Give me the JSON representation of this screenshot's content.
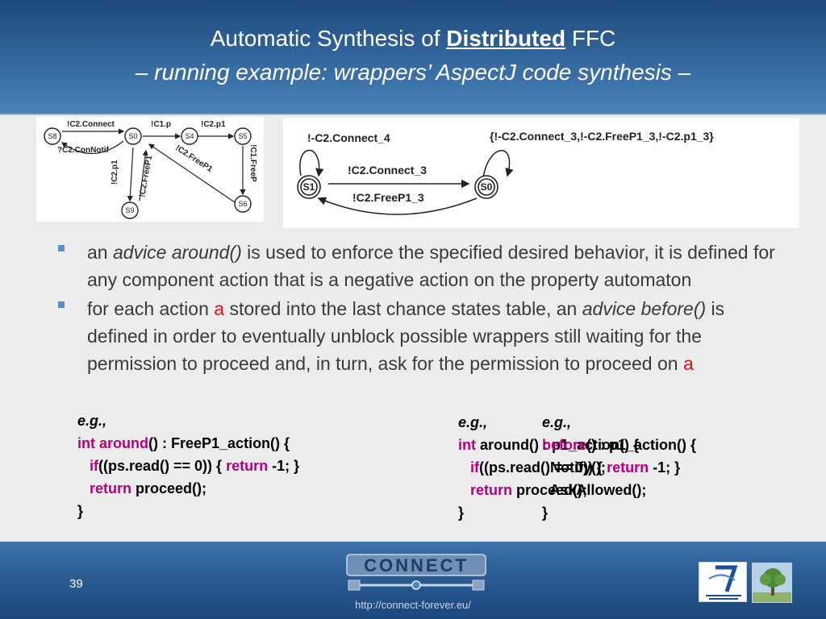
{
  "slide": {
    "title_prefix": "Automatic Synthesis of ",
    "title_emphasis": "Distributed",
    "title_suffix": " FFC",
    "subtitle": "– running example: wrappers’ AspectJ code synthesis –",
    "page_number": "39",
    "footer_url": "http://connect-forever.eu/",
    "logo_text": "CONNECT"
  },
  "diagram_left": {
    "states": [
      "S8",
      "S0",
      "S4",
      "S5",
      "S9",
      "S6"
    ],
    "labels": [
      "!C2.Connect",
      "!C1.p",
      "!C2.p1",
      "?C2.ConNotif",
      "!C2.p1",
      "!C2.FreeP1",
      "!C2.FreeP1",
      "!C1.FreeP"
    ]
  },
  "diagram_right": {
    "states": [
      "S1",
      "S0"
    ],
    "label_loop_s1": "!-C2.Connect_4",
    "label_loop_s0": "{!-C2.Connect_3,!-C2.FreeP1_3,!-C2.p1_3}",
    "label_top": "!C2.Connect_3",
    "label_bottom": "!C2.FreeP1_3"
  },
  "bullets": {
    "b1_pre": "an ",
    "b1_it": "advice around()",
    "b1_post": " is used to enforce the specified desired behavior, it is defined for any component action that is a negative action on the property automaton",
    "b2_pre": "for each action ",
    "b2_red": "a",
    "b2_mid": " stored into the last chance states table, an ",
    "b2_it": "advice before()",
    "b2_post": " is defined in order to eventually unblock possible wrappers still waiting for the permission to proceed and, in turn, ask for the permission to proceed on ",
    "b2_red2": "a"
  },
  "code1": {
    "eg": "e.g.,",
    "l1_kw": "int",
    "l1_kw2": "around",
    "l1_rest": "() : FreeP1_action() {",
    "l2_kw": "if",
    "l2_mid": "((ps.read() == 0)) { ",
    "l2_kw2": "return",
    "l2_end": " -1; }",
    "l3_kw": "return",
    "l3_rest": " proceed();",
    "l4": "}"
  },
  "code2": {
    "eg": "e.g.,",
    "l1_kw": "int",
    "l1_rest": " around() : p1_action() {",
    "l2_kw": "if",
    "l2_mid": "((ps.read() == 0)) { ",
    "l2_kw2": "return",
    "l2_end": " -1; }",
    "l3_kw": "return",
    "l3_rest": " proceed();",
    "l4": "}"
  },
  "code3": {
    "eg": "e.g.,",
    "l1_kw": "before",
    "l1_rest": "() : p1_action() {",
    "l2": "Notify();",
    "l3": "AskAllowed();",
    "l4": "}"
  }
}
